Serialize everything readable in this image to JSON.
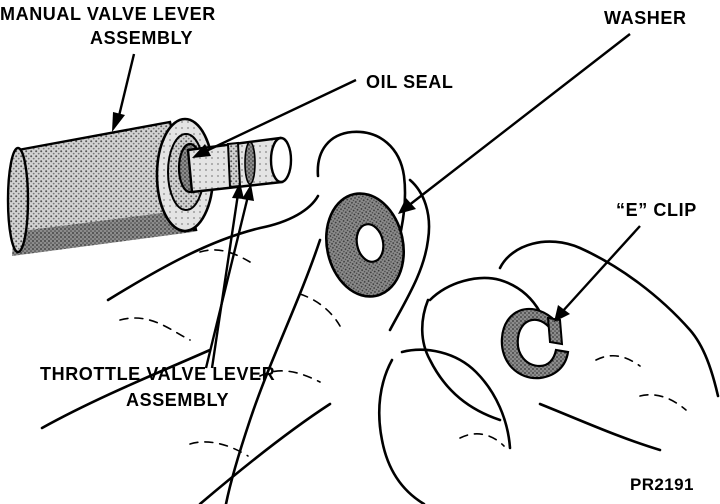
{
  "labels": {
    "manual_valve_lever_line1": "MANUAL VALVE LEVER",
    "manual_valve_lever_line2": "ASSEMBLY",
    "oil_seal": "OIL SEAL",
    "washer": "WASHER",
    "e_clip": "“E” CLIP",
    "throttle_valve_lever_line1": "THROTTLE VALVE LEVER",
    "throttle_valve_lever_line2": "ASSEMBLY",
    "figure_code": "PR2191"
  },
  "colors": {
    "ink": "#000000",
    "stipple_dark": "#6e6e6e",
    "stipple_light": "#bdbdbd",
    "paper": "#ffffff"
  }
}
